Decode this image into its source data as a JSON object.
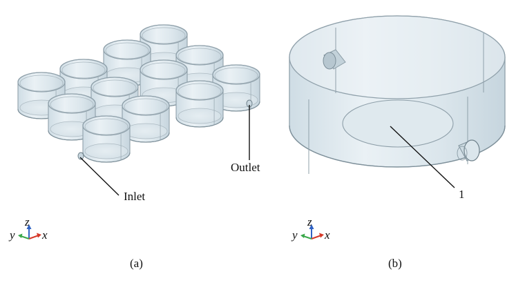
{
  "panel_a": {
    "callouts": {
      "inlet": "Inlet",
      "outlet": "Outlet"
    },
    "caption": "(a)",
    "axis": {
      "x": "x",
      "y": "y",
      "z": "z"
    }
  },
  "panel_b": {
    "callouts": {
      "region": "1"
    },
    "caption": "(b)",
    "axis": {
      "x": "x",
      "y": "y",
      "z": "z"
    }
  },
  "colors": {
    "cyl_fill": "#e3ecf1",
    "cyl_edge": "#8fa0aa",
    "axis_x": "#d63a2a",
    "axis_y": "#3aa84a",
    "axis_z": "#2f62c4"
  }
}
